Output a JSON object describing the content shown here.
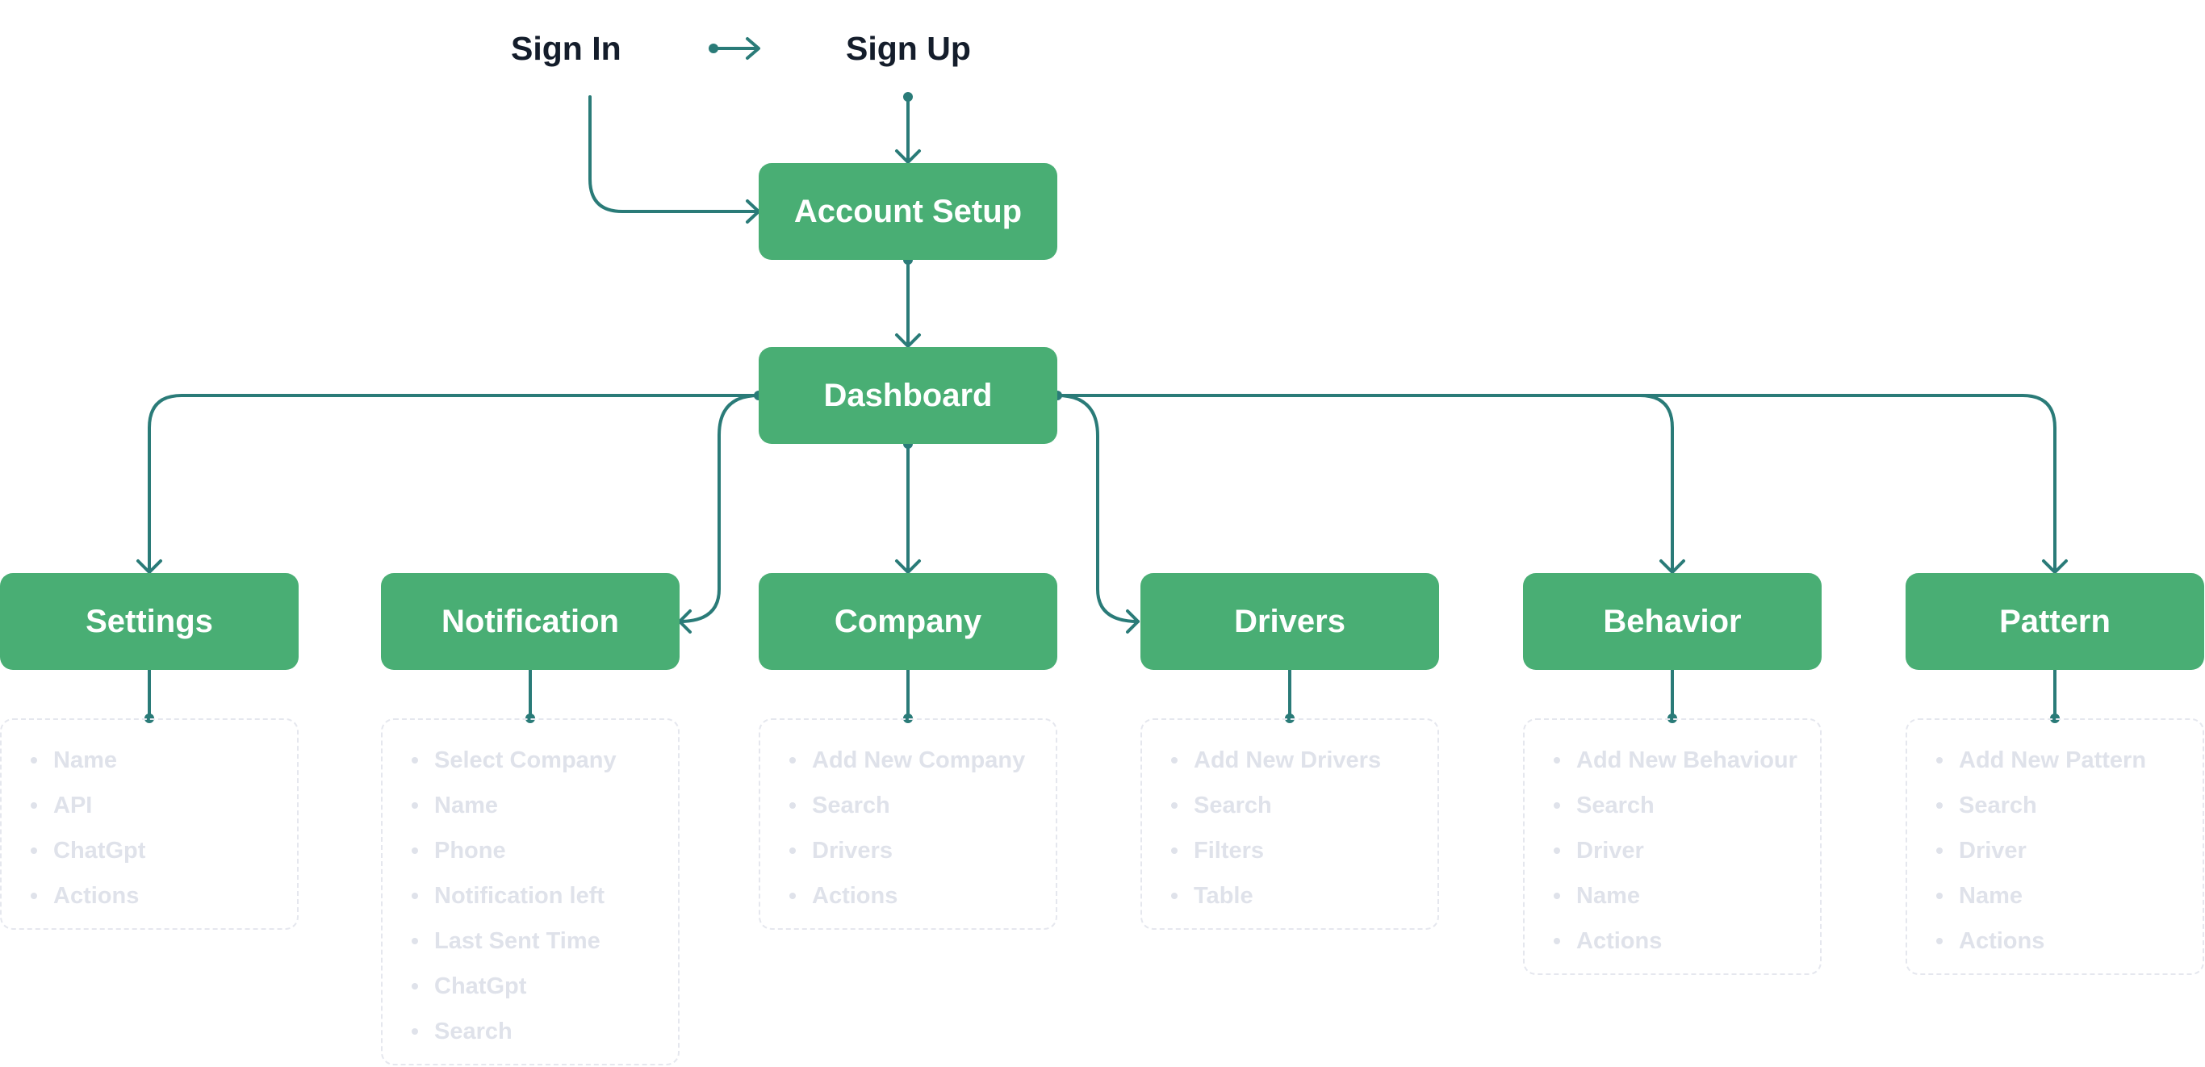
{
  "entry": {
    "sign_in": "Sign In",
    "sign_up": "Sign Up"
  },
  "nodes": {
    "account_setup": "Account Setup",
    "dashboard": "Dashboard"
  },
  "modules": [
    {
      "label": "Settings",
      "items": [
        "Name",
        "API",
        "ChatGpt",
        "Actions"
      ]
    },
    {
      "label": "Notification",
      "items": [
        "Select Company",
        "Name",
        "Phone",
        "Notification left",
        "Last Sent Time",
        "ChatGpt",
        "Search"
      ]
    },
    {
      "label": "Company",
      "items": [
        "Add New Company",
        "Search",
        "Drivers",
        "Actions"
      ]
    },
    {
      "label": "Drivers",
      "items": [
        "Add New Drivers",
        "Search",
        "Filters",
        "Table"
      ]
    },
    {
      "label": "Behavior",
      "items": [
        "Add New Behaviour",
        "Search",
        "Driver",
        "Name",
        "Actions"
      ]
    },
    {
      "label": "Pattern",
      "items": [
        "Add New Pattern",
        "Search",
        "Driver",
        "Name",
        "Actions"
      ]
    }
  ],
  "colors": {
    "node_fill": "#49ae74",
    "node_text": "#ffffff",
    "connector": "#2a7b78",
    "label_text": "#141d2b",
    "muted_text": "#dfe2ea",
    "dashed_border": "#e5e7ee"
  }
}
